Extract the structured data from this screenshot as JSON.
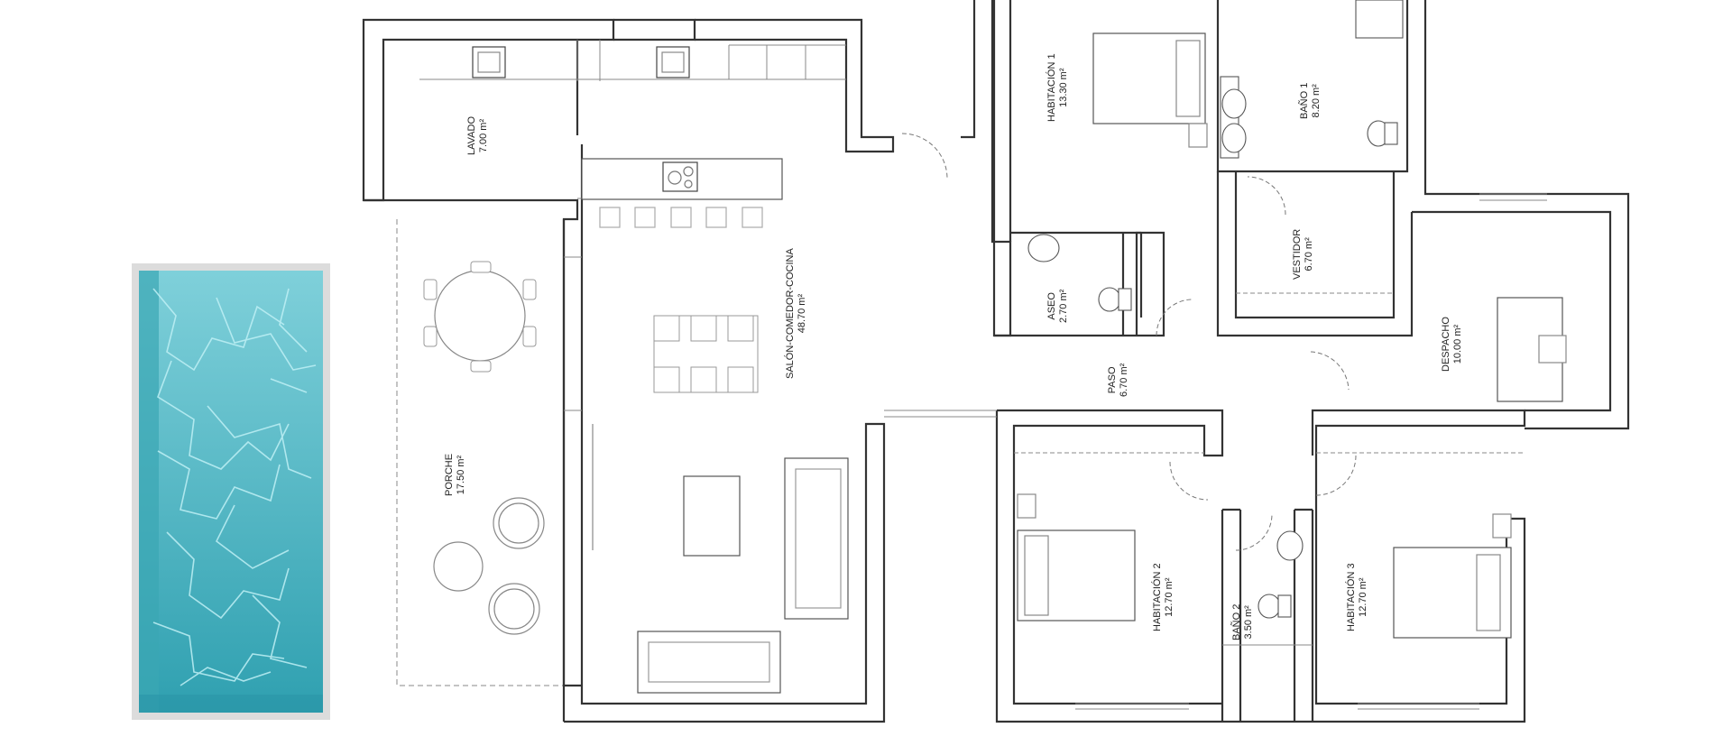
{
  "plan": {
    "type": "floor-plan",
    "colors": {
      "wall": "#333333",
      "thin_line": "#9a9a9a",
      "pool_water": "#5ec3d0",
      "pool_deep": "#3aa6b4",
      "pool_edge": "#d9d9d9",
      "background": "#ffffff"
    },
    "rooms": [
      {
        "id": "lavado",
        "name": "LAVADO",
        "area": "7.00 m²"
      },
      {
        "id": "salon",
        "name": "SALÓN-COMEDOR-COCINA",
        "area": "48.70 m²"
      },
      {
        "id": "porche",
        "name": "PORCHE",
        "area": "17.50 m²"
      },
      {
        "id": "habitacion1",
        "name": "HABITACIÓN 1",
        "area": "13.30 m²"
      },
      {
        "id": "bano1",
        "name": "BAÑO 1",
        "area": "8.20 m²"
      },
      {
        "id": "vestidor",
        "name": "VESTIDOR",
        "area": "6.70 m²"
      },
      {
        "id": "aseo",
        "name": "ASEO",
        "area": "2.70 m²"
      },
      {
        "id": "paso",
        "name": "PASO",
        "area": "6.70 m²"
      },
      {
        "id": "despacho",
        "name": "DESPACHO",
        "area": "10.00 m²"
      },
      {
        "id": "habitacion2",
        "name": "HABITACIÓN 2",
        "area": "12.70 m²"
      },
      {
        "id": "bano2",
        "name": "BAÑO 2",
        "area": "3.50 m²"
      },
      {
        "id": "habitacion3",
        "name": "HABITACIÓN 3",
        "area": "12.70 m²"
      }
    ],
    "features": [
      {
        "id": "pool",
        "name": "swimming-pool"
      }
    ]
  }
}
